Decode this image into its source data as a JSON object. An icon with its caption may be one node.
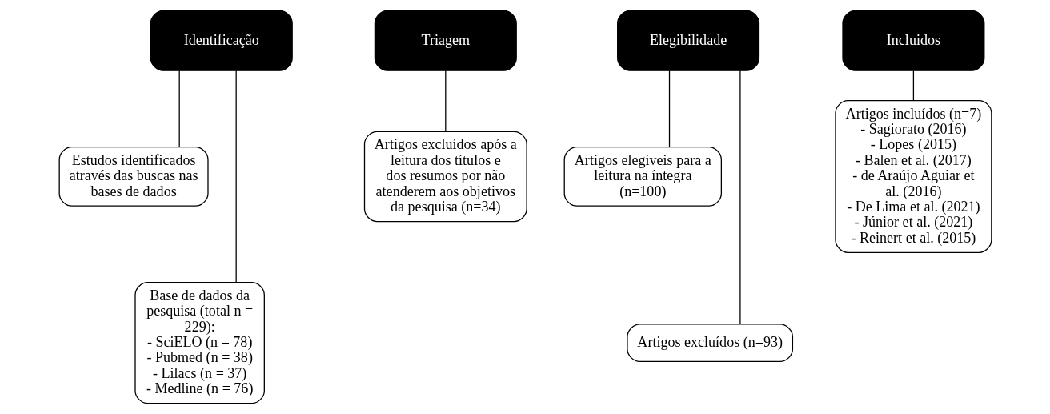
{
  "diagram": {
    "nodes": [
      {
        "text": [
          "Identificação"
        ]
      },
      {
        "text": [
          "Estudos identificados através das buscas nas bases de dados"
        ]
      },
      {
        "text": [
          "Base de dados da pesquisa (total n = 229):",
          "- SciELO (n = 78)",
          "- Pubmed (n = 38)",
          "- Lilacs (n = 37)",
          "- Medline (n = 76)"
        ]
      },
      {
        "text": [
          "Triagem"
        ]
      },
      {
        "text": [
          "Artigos excluídos após a leitura dos títulos e dos resumos por não atenderem aos objetivos da pesquisa (n=34)"
        ]
      },
      {
        "text": [
          "Elegibilidade"
        ]
      },
      {
        "text": [
          "Artigos elegíveis para a leitura na íntegra (n=100)"
        ]
      },
      {
        "text": [
          "Artigos excluídos (n=93)"
        ]
      },
      {
        "text": [
          "Incluidos"
        ]
      },
      {
        "text": [
          "Artigos incluídos (n=7)",
          "- Sagiorato (2016)",
          "- Lopes (2015)",
          "- Balen et al. (2017)",
          "- de Araújo Aguiar et al. (2016)",
          "- De Lima et al. (2021)",
          "- Júnior et al. (2021)",
          "- Reinert et al. (2015)"
        ]
      }
    ],
    "edges": [
      {
        "from": 0,
        "to": 1,
        "arrow": "none"
      },
      {
        "from": 0,
        "to": 2,
        "arrow": "none"
      },
      {
        "from": 3,
        "to": 4,
        "arrow": "none"
      },
      {
        "from": 5,
        "to": 6,
        "arrow": "none"
      },
      {
        "from": 5,
        "to": 7,
        "arrow": "none"
      },
      {
        "from": 8,
        "to": 9,
        "arrow": "none"
      }
    ]
  }
}
